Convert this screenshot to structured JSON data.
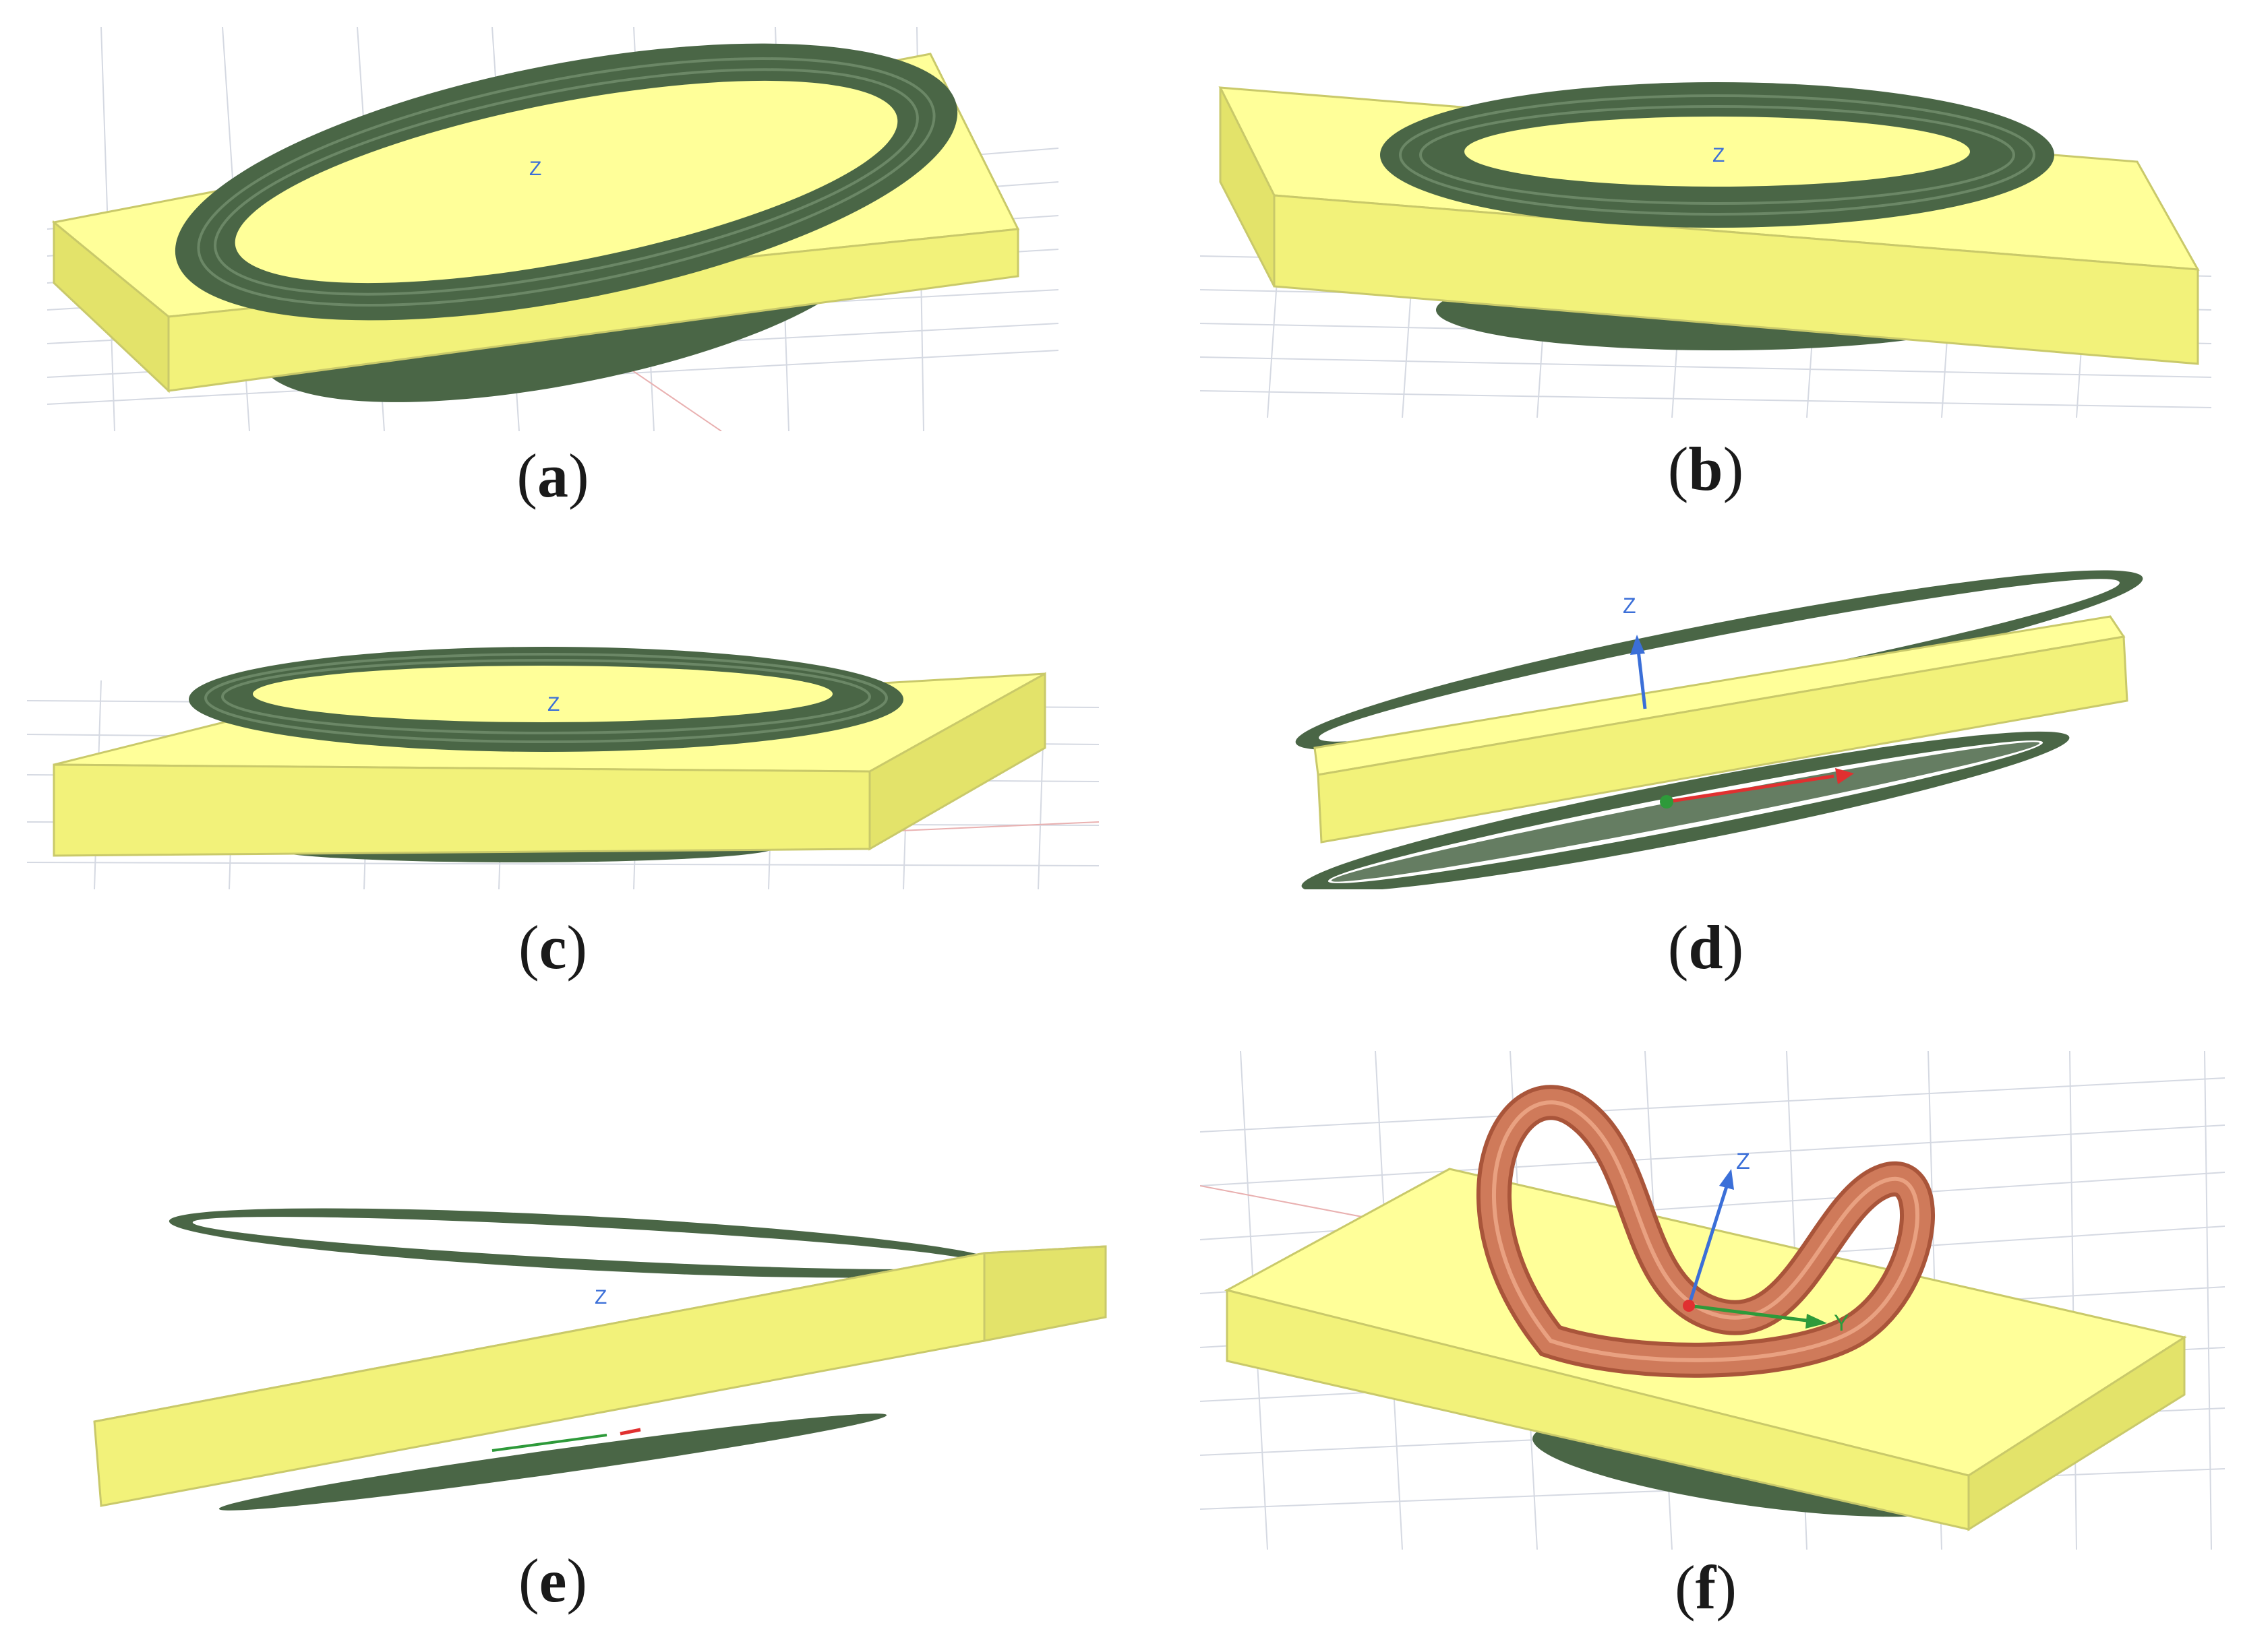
{
  "figure": {
    "panels": [
      {
        "id": "a",
        "caption": "a",
        "axis_label": "Z"
      },
      {
        "id": "b",
        "caption": "b",
        "axis_label": "Z"
      },
      {
        "id": "c",
        "caption": "c",
        "axis_label": "Z"
      },
      {
        "id": "d",
        "caption": "d",
        "axis_label": "Z"
      },
      {
        "id": "e",
        "caption": "e",
        "axis_label": "Z"
      },
      {
        "id": "f",
        "caption": "f",
        "axis_label": "Z",
        "y_axis_label": "Y"
      }
    ],
    "colors": {
      "core_top": "#ffff99",
      "core_front": "#f2f27a",
      "core_side": "#e3e36a",
      "coil_green": "#4a6646",
      "coil_copper": "#cf7a5a",
      "grid_line": "#d5d9e2",
      "axis_blue": "#3b6fd8",
      "axis_red": "#e03030",
      "axis_green": "#2e9a3a"
    }
  }
}
